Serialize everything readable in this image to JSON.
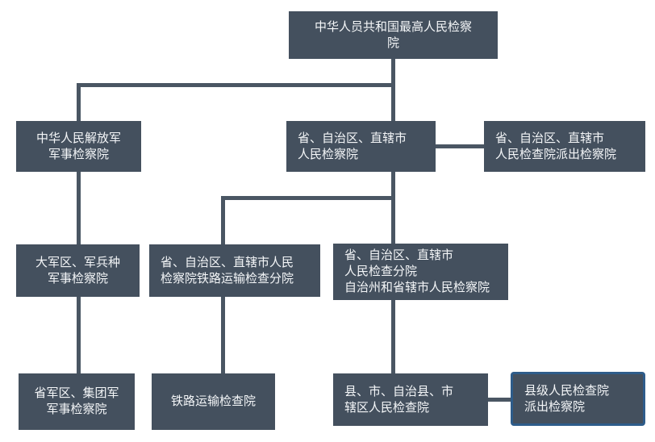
{
  "diagram": {
    "type": "org-chart",
    "topic": "People's Procuratorate hierarchy of the PRC"
  },
  "colors": {
    "background": "#ffffff",
    "box_fill": "#44505e",
    "connector": "#4a5663",
    "text": "#f4f6f8",
    "highlight_border": "#2e5c8a"
  },
  "nodes": {
    "supreme": {
      "text": "中华人员共和国最高人民检察\n院"
    },
    "pla_military": {
      "text": "中华人民解放军\n军事检察院"
    },
    "provincial": {
      "text": "省、自治区、直辖市\n人民检察院"
    },
    "provincial_dispatched": {
      "text": "省、自治区、直辖市\n人民检查院派出检察院"
    },
    "military_region": {
      "text": "大军区、军兵种\n军事检察院"
    },
    "railway_branch": {
      "text": "省、自治区、直辖市人民\n检察院铁路运输检查分院"
    },
    "provincial_branch": {
      "text": "省、自治区、直辖市\n人民检查分院\n自治州和省辖市人民检察院"
    },
    "corps_military": {
      "text": "省军区、集团军\n军事检察院"
    },
    "railway_transport": {
      "text": "铁路运输检查院"
    },
    "county": {
      "text": "县、市、自治县、市\n辖区人民检查院"
    },
    "county_dispatched": {
      "text": "县级人民检查院\n派出检察院"
    }
  }
}
